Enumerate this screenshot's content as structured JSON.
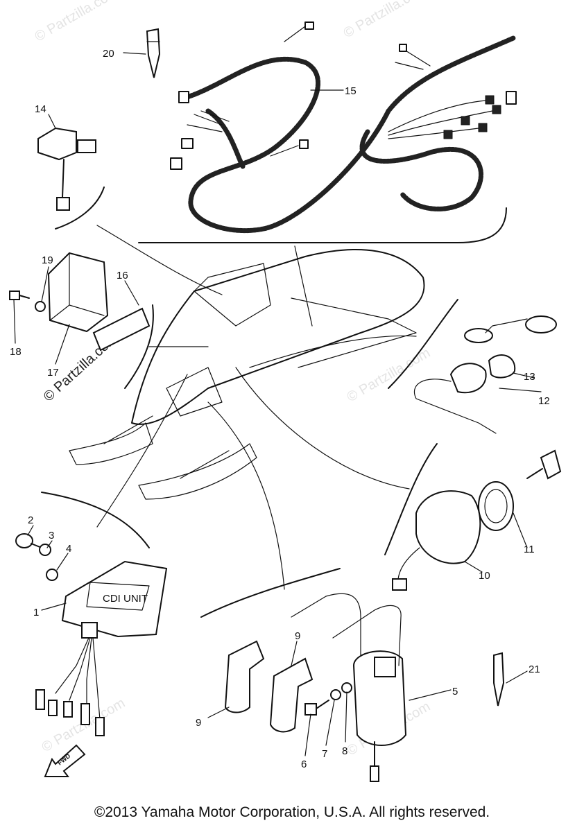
{
  "diagram": {
    "callouts": {
      "c1": "1",
      "c2": "2",
      "c3": "3",
      "c4": "4",
      "c5": "5",
      "c6": "6",
      "c7": "7",
      "c8": "8",
      "c9a": "9",
      "c9b": "9",
      "c10": "10",
      "c11": "11",
      "c12": "12",
      "c13": "13",
      "c14": "14",
      "c15": "15",
      "c16": "16",
      "c17": "17",
      "c18": "18",
      "c19": "19",
      "c20": "20",
      "c21": "21"
    },
    "watermark": "© Partzilla.com",
    "fwd_label": "FWD",
    "cdi_label": "CDI UNIT"
  },
  "footer": {
    "copyright": "©2013  Yamaha Motor Corporation, U.S.A. All rights reserved."
  }
}
